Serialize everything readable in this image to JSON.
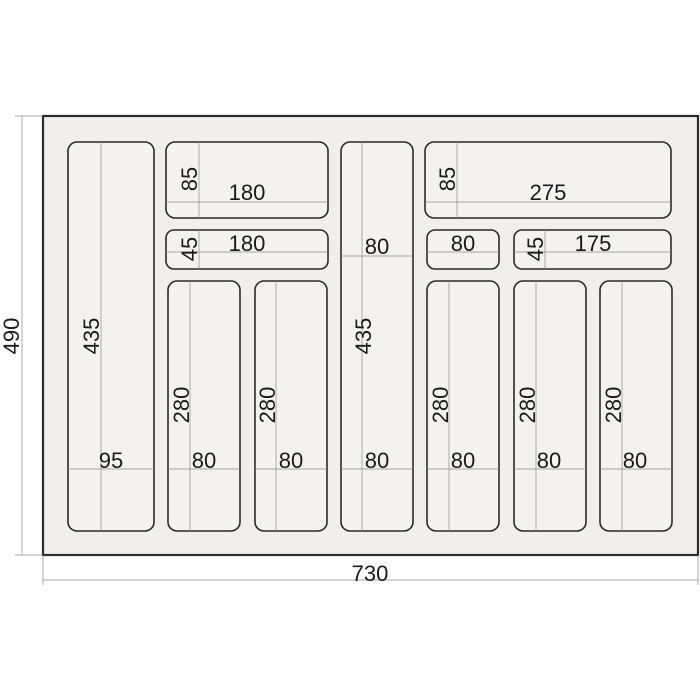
{
  "overall": {
    "width": "730",
    "height": "490"
  },
  "compartments": [
    {
      "id": "left-tall",
      "width": "95",
      "height": "435"
    },
    {
      "id": "top-left",
      "width": "180",
      "height": "85"
    },
    {
      "id": "mid-left",
      "width": "180",
      "height": "45"
    },
    {
      "id": "small-1",
      "width": "80",
      "height": "280"
    },
    {
      "id": "small-2",
      "width": "80",
      "height": "280"
    },
    {
      "id": "center-tall",
      "width": "80",
      "height": "435"
    },
    {
      "id": "top-right",
      "width": "275",
      "height": "85"
    },
    {
      "id": "mid-right-small",
      "width": "80"
    },
    {
      "id": "mid-right",
      "width": "175",
      "height": "45"
    },
    {
      "id": "small-3",
      "width": "80",
      "height": "280"
    },
    {
      "id": "small-4",
      "width": "80",
      "height": "280"
    },
    {
      "id": "small-5",
      "width": "80",
      "height": "280"
    }
  ]
}
